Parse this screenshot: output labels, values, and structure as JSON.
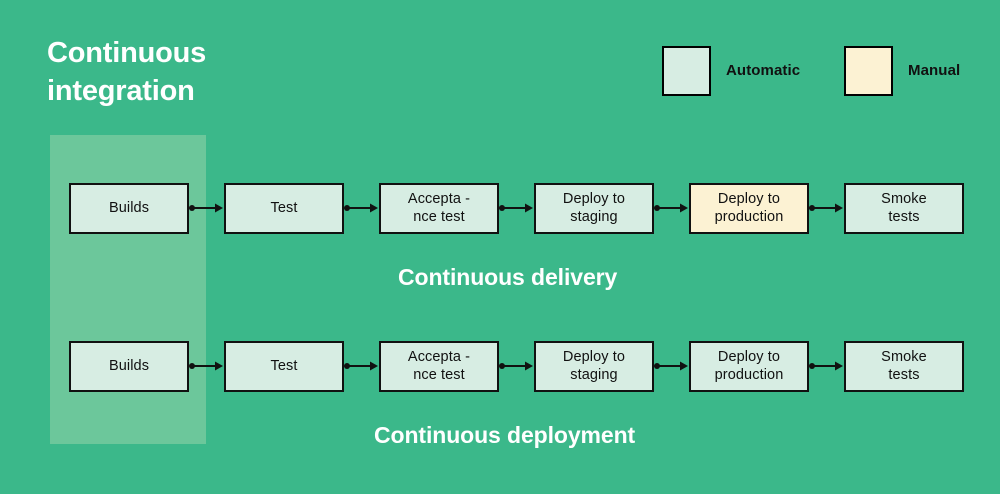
{
  "diagram": {
    "title": "Continuous\nintegration",
    "background_color": "#3BB88A",
    "band_color": "#6CC79B",
    "automatic_color": "#D7EDE3",
    "manual_color": "#FCF2D3",
    "border_color": "#111111",
    "text_color": "#FFFFFF"
  },
  "legend": {
    "items": [
      {
        "label": "Automatic",
        "swatch": "#D7EDE3",
        "type": "automatic"
      },
      {
        "label": "Manual",
        "swatch": "#FCF2D3",
        "type": "manual"
      }
    ]
  },
  "rows": [
    {
      "caption": "Continuous delivery",
      "nodes": [
        {
          "label": "Builds",
          "type": "automatic"
        },
        {
          "label": "Test",
          "type": "automatic"
        },
        {
          "label": "Accepta -\nnce test",
          "type": "automatic"
        },
        {
          "label": "Deploy to\nstaging",
          "type": "automatic"
        },
        {
          "label": "Deploy to\nproduction",
          "type": "manual"
        },
        {
          "label": "Smoke\ntests",
          "type": "automatic"
        }
      ]
    },
    {
      "caption": "Continuous deployment",
      "nodes": [
        {
          "label": "Builds",
          "type": "automatic"
        },
        {
          "label": "Test",
          "type": "automatic"
        },
        {
          "label": "Accepta -\nnce test",
          "type": "automatic"
        },
        {
          "label": "Deploy to\nstaging",
          "type": "automatic"
        },
        {
          "label": "Deploy to\nproduction",
          "type": "automatic"
        },
        {
          "label": "Smoke\ntests",
          "type": "automatic"
        }
      ]
    }
  ]
}
